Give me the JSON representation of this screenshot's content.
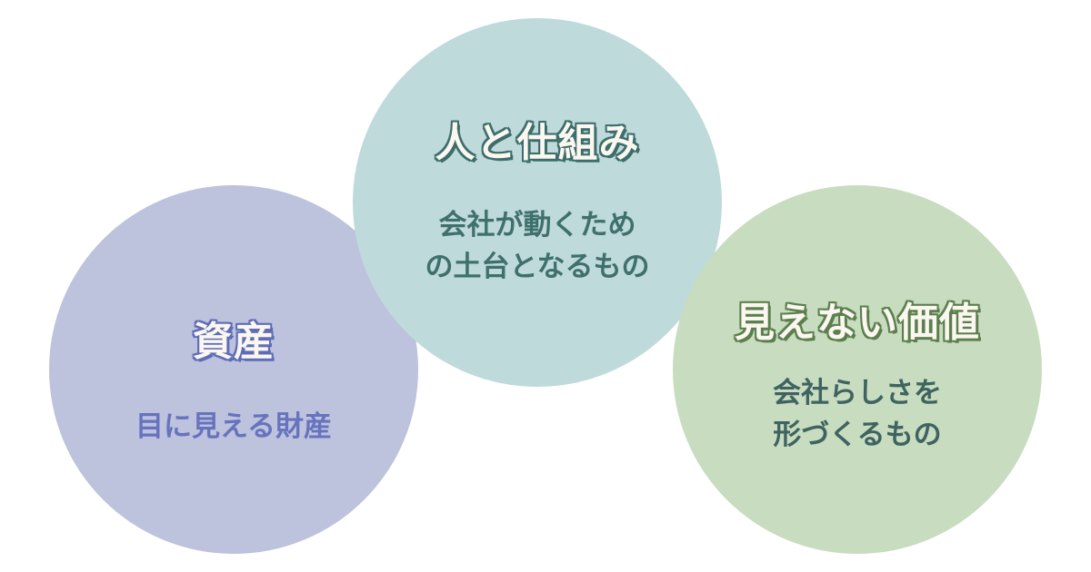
{
  "diagram": {
    "type": "three-circle-concept",
    "circles": [
      {
        "id": "assets",
        "title": "資産",
        "subtitle": "目に見える財産",
        "fill_color": "#BDC2DD",
        "title_outline_color": "#5E6DB8",
        "subtitle_color": "#6773BE"
      },
      {
        "id": "people",
        "title": "人と仕組み",
        "subtitle": "会社が動くため\nの土台となるもの",
        "fill_color": "#BFDADB",
        "title_outline_color": "#3D6E6B",
        "subtitle_color": "#3F706C"
      },
      {
        "id": "invisible",
        "title": "見えない価値",
        "subtitle": "会社らしさを\n形づくるもの",
        "fill_color": "#C8DCC0",
        "title_outline_color": "#5C7F4E",
        "subtitle_color": "#3F6360"
      }
    ],
    "title_fill_color": "#FBF7F0",
    "background_color": "#FFFFFF"
  }
}
